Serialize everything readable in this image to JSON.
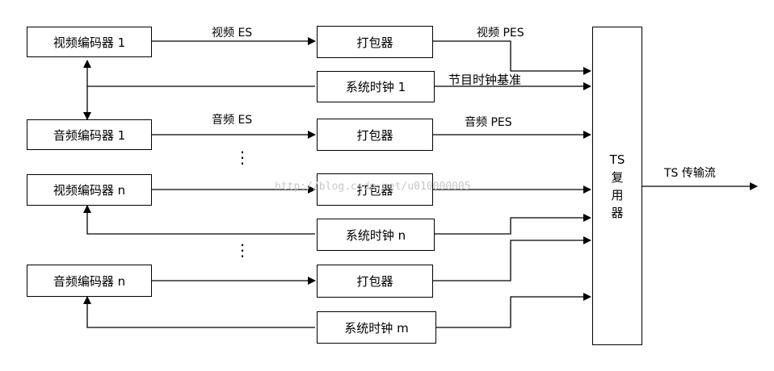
{
  "encoders": {
    "video_1": "视频编码器 1",
    "audio_1": "音频编码器 1",
    "video_n": "视频编码器 n",
    "audio_n": "音频编码器 n"
  },
  "packetizers": {
    "p1": "打包器",
    "p2": "打包器",
    "p3": "打包器",
    "p4": "打包器"
  },
  "clocks": {
    "clock_1": "系统时钟 1",
    "clock_n": "系统时钟 n",
    "clock_m": "系统时钟 m"
  },
  "mux": {
    "line1": "TS",
    "line2": "复",
    "line3": "用",
    "line4": "器"
  },
  "edge_labels": {
    "video_es": "视频 ES",
    "video_pes": "视频 PES",
    "pcr": "节目时钟基准",
    "audio_es": "音频 ES",
    "audio_pes": "音频 PES",
    "ts_stream": "TS 传输流"
  },
  "ellipsis": "⋮",
  "watermark": "http://blog.csdn.net/u010000005"
}
